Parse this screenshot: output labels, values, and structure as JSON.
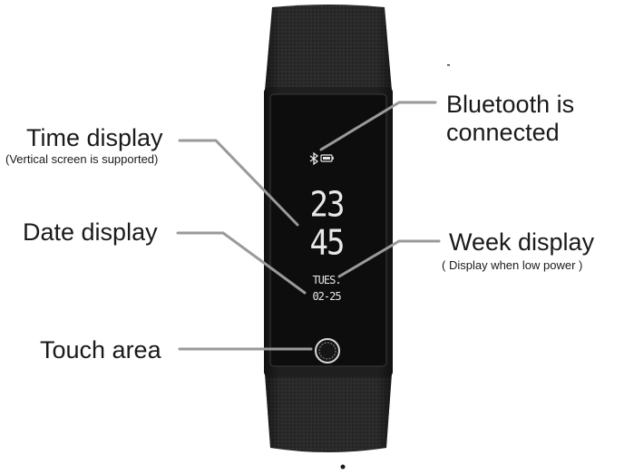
{
  "labels": {
    "time_display": "Time display",
    "time_display_note": "(Vertical screen is supported)",
    "date_display": "Date display",
    "touch_area": "Touch area",
    "bluetooth_line1": "Bluetooth is",
    "bluetooth_line2": "connected",
    "week_display": "Week display",
    "week_display_note": "( Display when low power )"
  },
  "screen": {
    "hour": "23",
    "minute": "45",
    "weekday": "TUES.",
    "date": "02-25",
    "bluetooth_icon": "bluetooth-icon",
    "battery_icon": "battery-icon",
    "touch_icon": "touch-button-icon"
  },
  "colors": {
    "band": "#262626",
    "screen": "#111111",
    "leader_line": "#9a9a9a",
    "text": "#1a1a1a"
  }
}
